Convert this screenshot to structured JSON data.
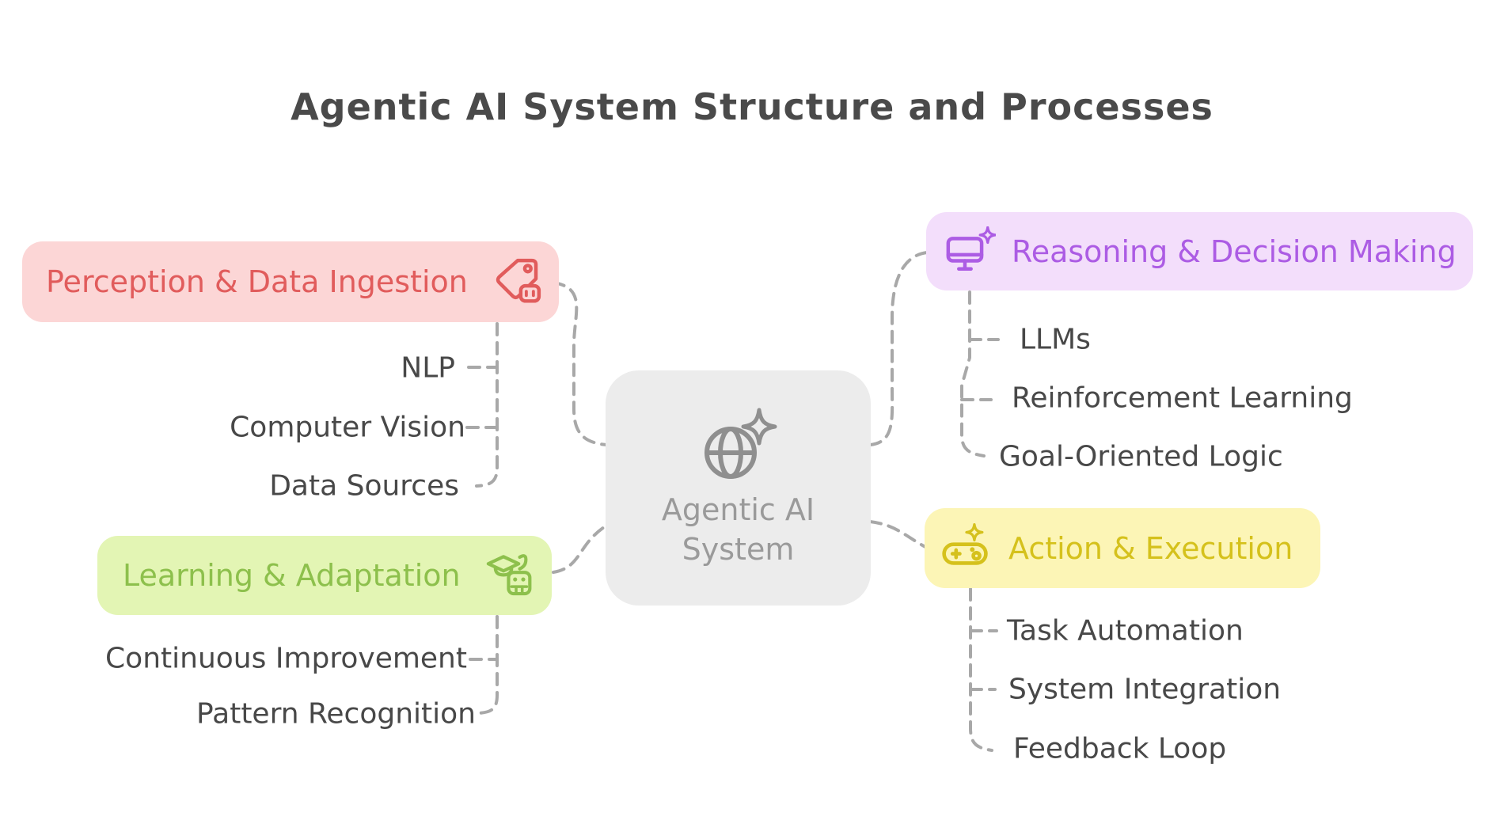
{
  "title": "Agentic AI System Structure and Processes",
  "title_color": "#4a4a4a",
  "background_color": "#ffffff",
  "connector_color": "#a8a8a8",
  "sub_label_color": "#484848",
  "center_node": {
    "label": "Agentic AI System",
    "line1": "Agentic AI",
    "line2": "System",
    "icon": "globe-sparkle-icon",
    "bg_color": "#ececec",
    "text_color": "#9a9a9a"
  },
  "branches": {
    "perception": {
      "label": "Perception & Data Ingestion",
      "icon": "robot-tag-icon",
      "bg_color": "#fcd6d6",
      "text_color": "#e15c5c",
      "children": [
        "NLP",
        "Computer Vision",
        "Data Sources"
      ]
    },
    "reasoning": {
      "label": "Reasoning & Decision Making",
      "icon": "monitor-sparkle-icon",
      "bg_color": "#f3defb",
      "text_color": "#ac5ce4",
      "children": [
        "LLMs",
        "Reinforcement Learning",
        "Goal-Oriented Logic"
      ]
    },
    "learning": {
      "label": "Learning & Adaptation",
      "icon": "graduation-cap-robot-icon",
      "bg_color": "#e3f5b4",
      "text_color": "#8dc04c",
      "children": [
        "Continuous Improvement",
        "Pattern Recognition"
      ]
    },
    "action": {
      "label": "Action & Execution",
      "icon": "gamepad-sparkle-icon",
      "bg_color": "#fcf5b6",
      "text_color": "#d5c11c",
      "children": [
        "Task Automation",
        "System Integration",
        "Feedback Loop"
      ]
    }
  }
}
